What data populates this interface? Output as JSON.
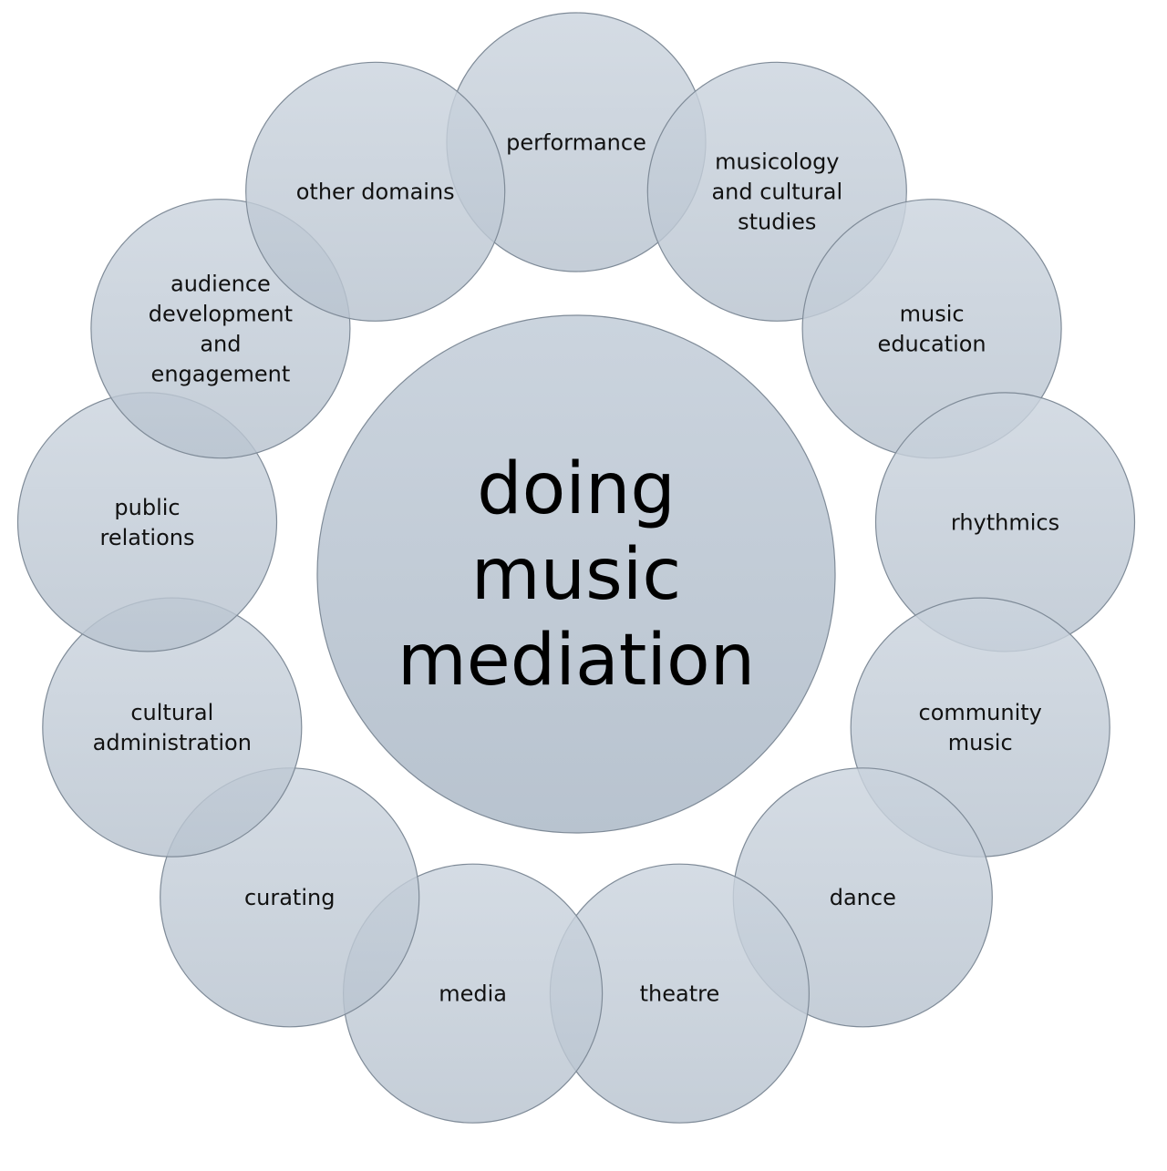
{
  "center": {
    "lines": [
      "doing",
      "music",
      "mediation"
    ]
  },
  "domains": [
    {
      "id": "performance",
      "lines": [
        "performance"
      ]
    },
    {
      "id": "musicology",
      "lines": [
        "musicology",
        "and cultural",
        "studies"
      ]
    },
    {
      "id": "music-education",
      "lines": [
        "music",
        "education"
      ]
    },
    {
      "id": "rhythmics",
      "lines": [
        "rhythmics"
      ]
    },
    {
      "id": "community-music",
      "lines": [
        "community",
        "music"
      ]
    },
    {
      "id": "dance",
      "lines": [
        "dance"
      ]
    },
    {
      "id": "theatre",
      "lines": [
        "theatre"
      ]
    },
    {
      "id": "media",
      "lines": [
        "media"
      ]
    },
    {
      "id": "curating",
      "lines": [
        "curating"
      ]
    },
    {
      "id": "cultural-administration",
      "lines": [
        "cultural",
        "administration"
      ]
    },
    {
      "id": "public-relations",
      "lines": [
        "public",
        "relations"
      ]
    },
    {
      "id": "audience-development",
      "lines": [
        "audience",
        "development",
        "and",
        "engagement"
      ]
    },
    {
      "id": "other-domains",
      "lines": [
        "other domains"
      ]
    }
  ],
  "colors": {
    "circle_top": "#cbd4de",
    "circle_bottom": "#b8c3cf",
    "circle_stroke": "#7f8b98",
    "text": "#111111"
  }
}
